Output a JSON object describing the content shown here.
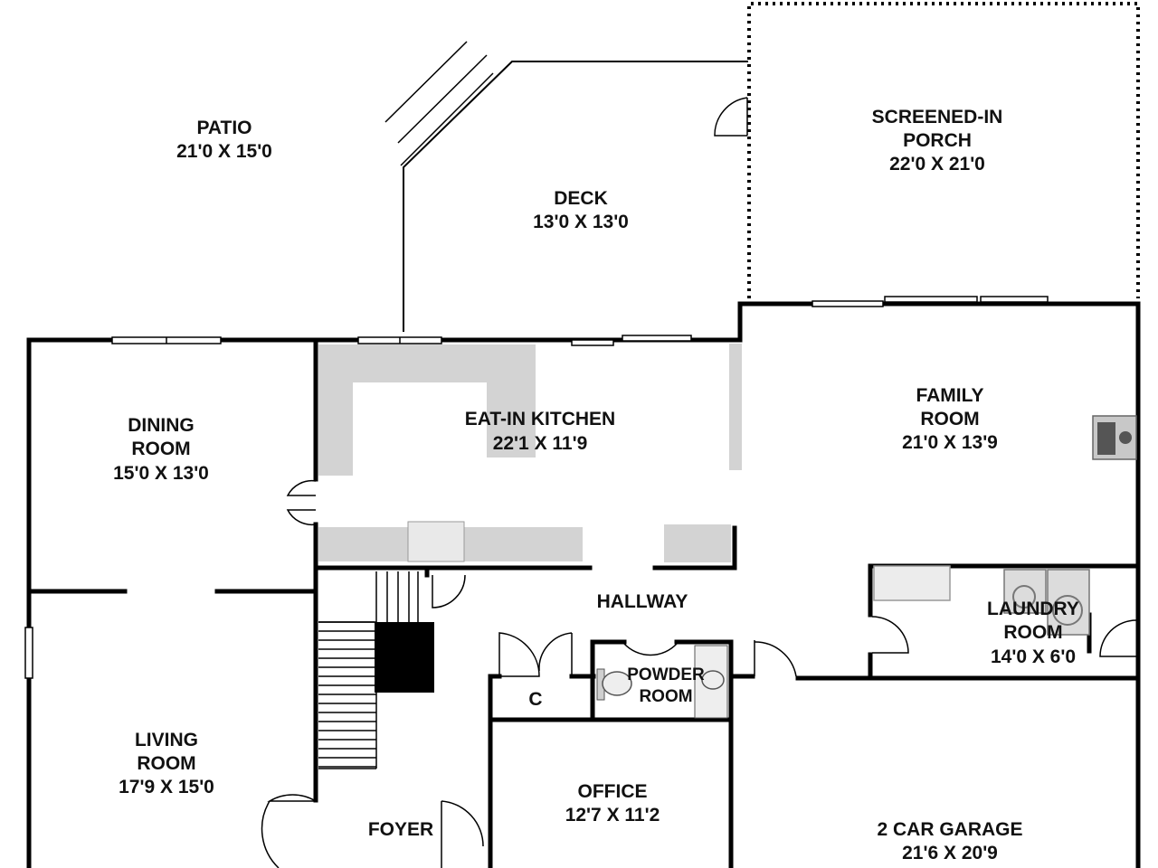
{
  "rooms": {
    "patio": {
      "name": "PATIO",
      "size": "21'0 X 15'0"
    },
    "deck": {
      "name": "DECK",
      "size": "13'0 X 13'0"
    },
    "porch": {
      "name_line1": "SCREENED-IN",
      "name_line2": "PORCH",
      "size": "22'0 X 21'0"
    },
    "dining": {
      "name_line1": "DINING",
      "name_line2": "ROOM",
      "size": "15'0 X 13'0"
    },
    "kitchen": {
      "name": "EAT-IN KITCHEN",
      "size": "22'1 X 11'9"
    },
    "family": {
      "name_line1": "FAMILY",
      "name_line2": "ROOM",
      "size": "21'0 X 13'9"
    },
    "hallway": {
      "name": "HALLWAY"
    },
    "laundry": {
      "name_line1": "LAUNDRY",
      "name_line2": "ROOM",
      "size": "14'0 X 6'0"
    },
    "powder": {
      "name_line1": "POWDER",
      "name_line2": "ROOM"
    },
    "closet": {
      "name": "C"
    },
    "living": {
      "name_line1": "LIVING",
      "name_line2": "ROOM",
      "size": "17'9 X 15'0"
    },
    "foyer": {
      "name": "FOYER"
    },
    "office": {
      "name": "OFFICE",
      "size": "12'7 X 11'2"
    },
    "garage": {
      "name": "2 CAR GARAGE",
      "size": "21'6 X 20'9"
    }
  },
  "colors": {
    "wall": "#000000",
    "counter": "#d3d3d3",
    "background": "#ffffff"
  }
}
